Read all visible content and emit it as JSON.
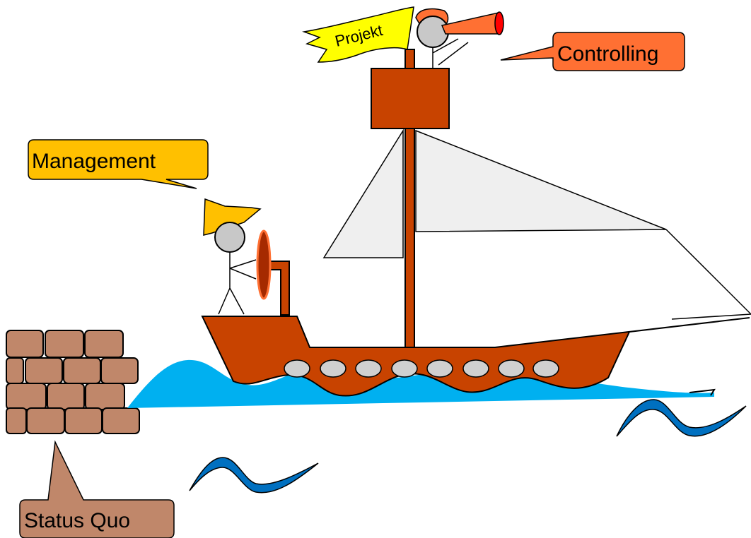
{
  "labels": {
    "project": "Projekt",
    "controlling": "Controlling",
    "management": "Management",
    "status_quo": "Status Quo"
  },
  "colors": {
    "hull": "#c84300",
    "sail": "#efefef",
    "water_light": "#00b0f0",
    "water_dark": "#0070c0",
    "flag": "#ffff00",
    "controlling_bubble": "#ff7033",
    "management_bubble": "#ffc000",
    "status_quo_bubble": "#c0876a",
    "brick": "#c0876a",
    "porthole": "#d0d0d0",
    "head": "#c8c8c8",
    "telescope": "#ff7033",
    "telescope_lens": "#ff0000",
    "management_hat": "#ffc000"
  }
}
